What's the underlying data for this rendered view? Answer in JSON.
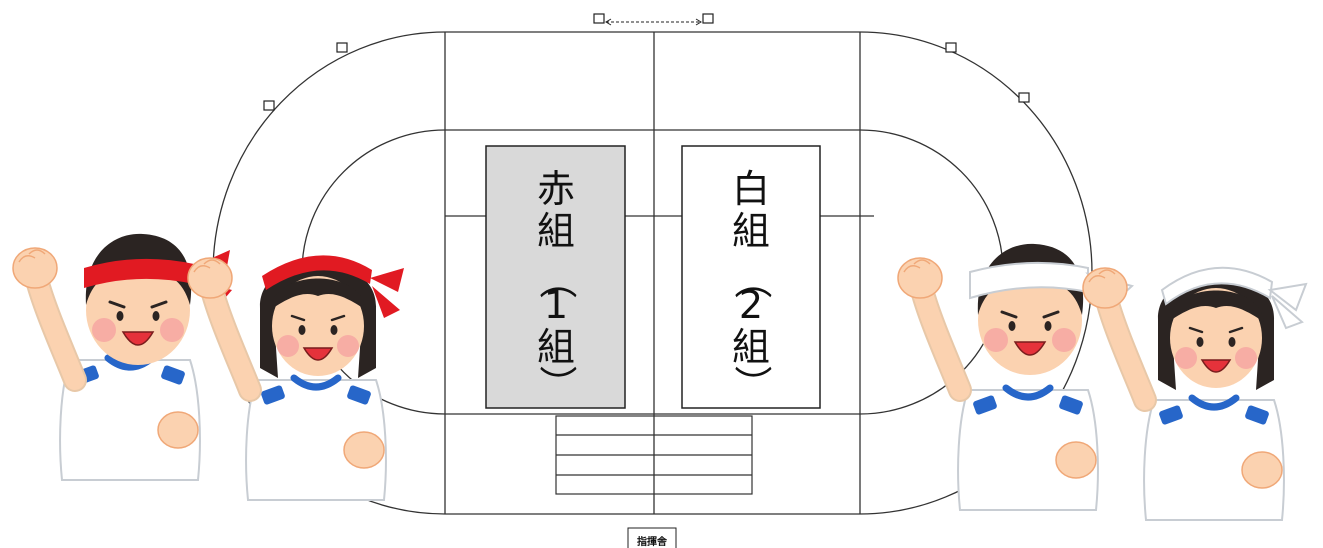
{
  "diagram": {
    "track_line_color": "#333333",
    "red_team_fill": "#d9d9d9",
    "white_team_fill": "#ffffff",
    "teams": [
      {
        "name": "赤組",
        "group_label": "（1組）",
        "vertical_chars": [
          "赤",
          "組",
          "（",
          "1",
          "組",
          "）"
        ]
      },
      {
        "name": "白組",
        "group_label": "（2組）",
        "vertical_chars": [
          "白",
          "組",
          "（",
          "2",
          "組",
          "）"
        ]
      }
    ],
    "headquarters_label": "指揮舎"
  },
  "characters": [
    {
      "role": "red-team-boy",
      "headband_color": "#e11a22"
    },
    {
      "role": "red-team-girl",
      "headband_color": "#e11a22"
    },
    {
      "role": "white-team-boy",
      "headband_color": "#ffffff"
    },
    {
      "role": "white-team-girl",
      "headband_color": "#ffffff"
    }
  ],
  "colors": {
    "skin": "#fbd2b0",
    "skin_shadow": "#f4b48d",
    "hair": "#2b2422",
    "shirt": "#ffffff",
    "collar_trim": "#2766c9",
    "mouth": "#e5323b",
    "cheek": "#f6a0a0"
  }
}
